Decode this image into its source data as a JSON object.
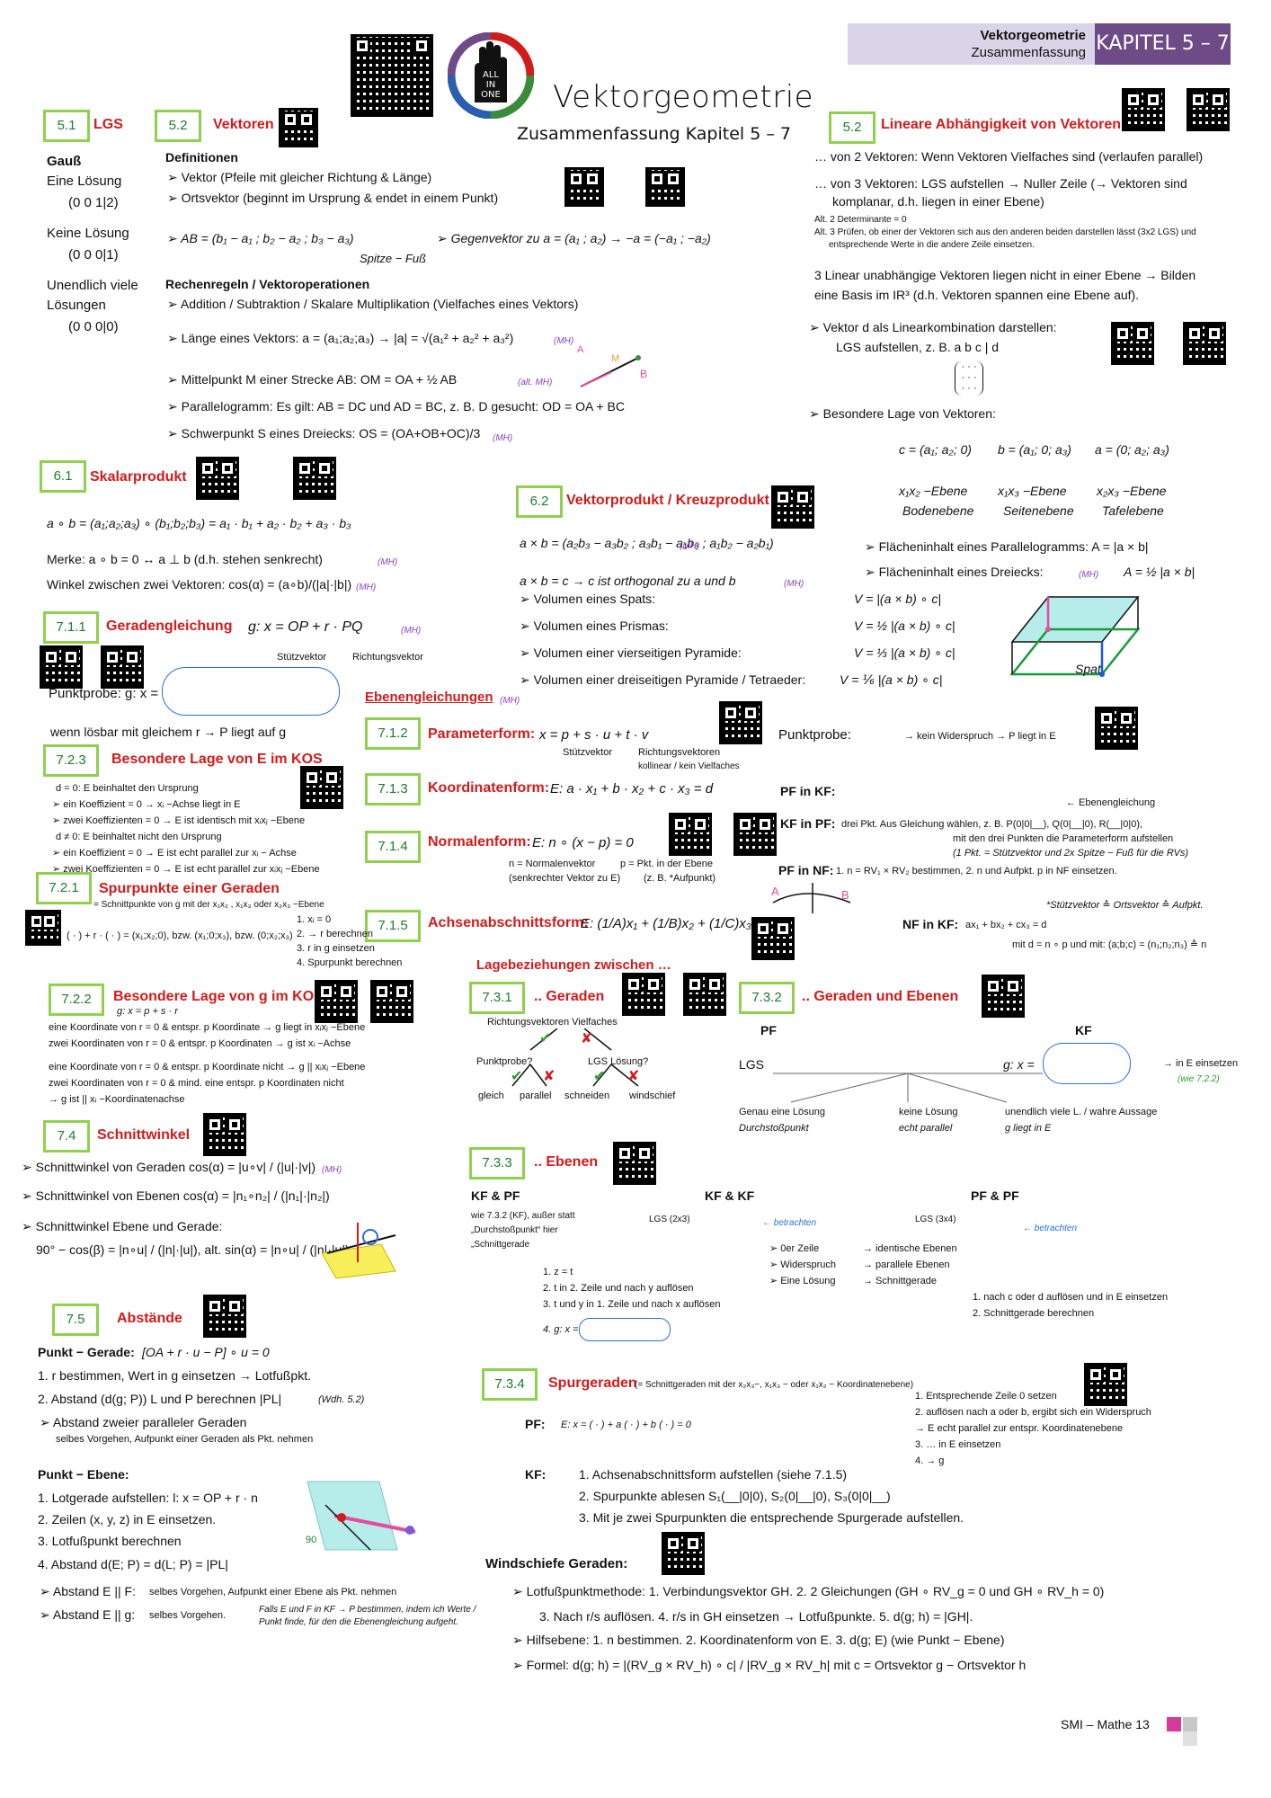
{
  "header": {
    "subject": "Vektorgeometrie",
    "kind": "Zusammenfassung",
    "chapter": "KAPITEL 5 – 7"
  },
  "logo": {
    "line1": "ALL",
    "line2": "IN",
    "line3": "ONE"
  },
  "title": "Vektorgeometrie",
  "subtitle": "Zusammenfassung Kapitel 5 – 7",
  "s51": {
    "num": "5.1",
    "title": "LGS",
    "gauss": "Gauß",
    "one": "Eine Lösung",
    "one_m": "(0 0 1|2)",
    "none": "Keine Lösung",
    "none_m": "(0 0 0|1)",
    "inf1": "Unendlich viele",
    "inf2": "Lösungen",
    "inf_m": "(0 0 0|0)"
  },
  "s52": {
    "num": "5.2",
    "title": "Vektoren",
    "defs": "Definitionen",
    "d1": "Vektor (Pfeile mit gleicher Richtung & Länge)",
    "d2": "Ortsvektor (beginnt im Ursprung & endet in einem Punkt)",
    "ab": "AB = (b₁ − a₁ ; b₂ − a₂ ; b₃ − a₃)",
    "spitze": "Spitze − Fuß",
    "gegen": "Gegenvektor zu a = (a₁ ; a₂) → −a = (−a₁ ; −a₂)",
    "rules": "Rechenregeln / Vektoroperationen",
    "r1": "Addition / Subtraktion / Skalare Multiplikation (Vielfaches eines Vektors)",
    "r2": "Länge eines Vektors: a = (a₁;a₂;a₃) → |a| = √(a₁² + a₂² + a₃²)",
    "mh": "(MH)",
    "r3": "Mittelpunkt M einer Strecke AB:  OM = OA + ½ AB",
    "r3b": "(alt. MH)",
    "r4": "Parallelogramm: Es gilt:  AB = DC  und AD = BC, z. B. D gesucht: OD = OA + BC",
    "r5": "Schwerpunkt S eines Dreiecks: OS = (OA+OB+OC)/3"
  },
  "s52b": {
    "num": "5.2",
    "title": "Lineare Abhängigkeit von Vektoren",
    "l1": "… von 2 Vektoren: Wenn Vektoren Vielfaches sind (verlaufen parallel)",
    "l2": "… von 3 Vektoren: LGS aufstellen → Nuller Zeile (→ Vektoren sind",
    "l3": "komplanar, d.h. liegen in einer Ebene)",
    "a2": "Alt. 2 Determinante = 0",
    "a3": "Alt. 3 Prüfen, ob einer der Vektoren sich aus den anderen beiden darstellen lässt (3x2 LGS) und",
    "a3b": "entsprechende Werte in die andere Zeile einsetzen.",
    "l4": "3 Linear unabhängige Vektoren liegen nicht in einer Ebene → Bilden",
    "l5": "eine Basis im IR³ (d.h. Vektoren spannen eine Ebene auf).",
    "l6": "Vektor d als Linearkombination darstellen:",
    "l7": "LGS aufstellen, z. B.  a  b  c | d",
    "l8": "Besondere Lage von Vektoren:",
    "c": "c = (a₁; a₂; 0)",
    "b": "b = (a₁; 0; a₃)",
    "a": "a = (0; a₂; a₃)",
    "e1": "x₁x₂ −Ebene",
    "e1b": "Bodenebene",
    "e2": "x₁x₃ −Ebene",
    "e2b": "Seitenebene",
    "e3": "x₂x₃ −Ebene",
    "e3b": "Tafelebene"
  },
  "s61": {
    "num": "6.1",
    "title": "Skalarprodukt",
    "f1": "a ∘ b = (a₁;a₂;a₃) ∘ (b₁;b₂;b₃) = a₁ · b₁ + a₂ · b₂ + a₃ · b₃",
    "f2": "Merke:  a ∘ b = 0 ↔ a ⊥ b  (d.h. stehen senkrecht)",
    "f3": "Winkel zwischen zwei Vektoren: cos(α) = (a∘b)/(|a|·|b|)",
    "mh": "(MH)"
  },
  "s62": {
    "num": "6.2",
    "title": "Vektorprodukt / Kreuzprodukt",
    "f1": "a × b = (a₂b₃ − a₃b₂ ; a₃b₁ − a₁b₃ ; a₁b₂ − a₂b₁)",
    "f2": "a × b = c  →  c ist orthogonal zu a und b",
    "mh": "(MH)",
    "p1": "Flächeninhalt eines Parallelogramms:  A = |a × b|",
    "p2": "Flächeninhalt eines Dreiecks:",
    "p2f": "A = ½ |a × b|",
    "v1": "Volumen eines Spats:",
    "v1f": "V = |(a × b) ∘ c|",
    "v2": "Volumen eines Prismas:",
    "v2f": "V = ½ |(a × b) ∘ c|",
    "v3": "Volumen einer vierseitigen Pyramide:",
    "v3f": "V = ⅓ |(a × b) ∘ c|",
    "v4": "Volumen einer dreiseitigen Pyramide / Tetraeder:",
    "v4f": "V = ⅙ |(a × b) ∘ c|",
    "spat": "Spat"
  },
  "s711": {
    "num": "7.1.1",
    "title": "Geradengleichung",
    "f": "g: x = OP + r · PQ",
    "mh": "(MH)",
    "stuetz": "Stützvektor",
    "richt": "Richtungsvektor",
    "probe": "Punktprobe: g: x =",
    "probe2": "wenn lösbar mit gleichem r → P liegt auf g"
  },
  "ebenen": {
    "title": "Ebenengleichungen",
    "mh": "(MH)"
  },
  "s712": {
    "num": "7.1.2",
    "title": "Parameterform:",
    "f": "x = p + s · u + t · v",
    "stuetz": "Stützvektor",
    "richt": "Richtungsvektoren",
    "richt2": "kollinear / kein Vielfaches",
    "probe": "Punktprobe:",
    "probe2": "→ kein Widerspruch → P liegt in E"
  },
  "s713": {
    "num": "7.1.3",
    "title": "Koordinatenform:",
    "f": "E: a · x₁ + b · x₂ + c · x₃ = d",
    "pf": "PF in KF:",
    "pf2": "← Ebenengleichung",
    "kf": "KF in PF:",
    "kf2": "drei Pkt. Aus Gleichung wählen, z. B. P(0|0|__), Q(0|__|0), R(__|0|0),",
    "kf3": "mit den drei Punkten die Parameterform aufstellen",
    "kf4": "(1 Pkt. = Stützvektor und 2x Spitze − Fuß für die RVs)"
  },
  "s714": {
    "num": "7.1.4",
    "title": "Normalenform:",
    "f": "E: n ∘ (x − p) = 0",
    "n": "n = Normalenvektor",
    "n2": "(senkrechter Vektor zu E)",
    "p": "p = Pkt. in der Ebene",
    "p2": "(z. B. *Aufpunkt)",
    "pfnf": "PF in NF:",
    "pfnf2": "1. n = RV₁ × RV₂ bestimmen,  2. n und Aufpkt. p in NF einsetzen.",
    "stuetz": "*Stützvektor ≙ Ortsvektor ≙ Aufpkt."
  },
  "s715": {
    "num": "7.1.5",
    "title": "Achsenabschnittsform:",
    "f": "E: (1/A)x₁ + (1/B)x₂ + (1/C)x₃ = 1",
    "nf": "NF in KF:",
    "nf2": "ax₁ + bx₂ + cx₃ = d",
    "nf3": "mit d = n ∘ p und mit: (a;b;c) = (n₁;n₂;n₃) ≙ n"
  },
  "s723": {
    "num": "7.2.3",
    "title": "Besondere Lage von E im KOS",
    "l1": "d = 0: E beinhaltet den Ursprung",
    "l2": "ein Koeffizient = 0 → xᵢ −Achse liegt in E",
    "l3": "zwei Koeffizienten = 0 → E ist identisch mit xᵢxⱼ −Ebene",
    "l4": "d ≠ 0: E beinhaltet nicht den Ursprung",
    "l5": "ein Koeffizient = 0 → E ist echt parallel zur xᵢ − Achse",
    "l6": "zwei Koeffizienten = 0 → E ist echt parallel zur xᵢxⱼ −Ebene"
  },
  "s721": {
    "num": "7.2.1",
    "title": "Spurpunkte einer Geraden",
    "sub": "= Schnittpunkte von g mit der x₁x₂ , x₁x₃ oder x₂x₃ −Ebene",
    "f": "( · ) + r · ( · ) = (x₁;x₂;0), bzw. (x₁;0;x₃), bzw. (0;x₂;x₃)",
    "s1": "1. xᵢ = 0",
    "s2": "2. → r berechnen",
    "s3": "3. r in g einsetzen",
    "s4": "4. Spurpunkt berechnen"
  },
  "s722": {
    "num": "7.2.2",
    "title": "Besondere Lage von g im KOS",
    "f": "g: x = p + s · r",
    "l1": "eine Koordinate von r = 0 & entspr. p Koordinate → g liegt in xᵢxⱼ −Ebene",
    "l2": "zwei Koordinaten von r = 0 & entspr. p Koordinaten → g ist xᵢ −Achse",
    "l3": "eine Koordinate von r = 0 & entspr. p Koordinate nicht → g || xᵢxⱼ −Ebene",
    "l4": "zwei Koordinaten von r = 0 & mind. eine entspr. p Koordinaten nicht",
    "l5": "→ g ist || xᵢ −Koordinatenachse"
  },
  "lage": {
    "title": "Lagebeziehungen zwischen …"
  },
  "s731": {
    "num": "7.3.1",
    "title": ".. Geraden",
    "rv": "Richtungsvektoren Vielfaches",
    "probe": "Punktprobe?",
    "lgs": "LGS Lösung?",
    "gleich": "gleich",
    "parallel": "parallel",
    "schneiden": "schneiden",
    "windschief": "windschief"
  },
  "s732": {
    "num": "7.3.2",
    "title": ".. Geraden und Ebenen",
    "pf": "PF",
    "kf": "KF",
    "lgs": "LGS",
    "g": "g: x =",
    "ein": "→ in E einsetzen",
    "wie": "(wie 7.2.2)",
    "o1": "Genau eine Lösung",
    "o1b": "Durchstoßpunkt",
    "o2": "keine Lösung",
    "o2b": "echt parallel",
    "o3": "unendlich viele L. / wahre Aussage",
    "o3b": "g liegt in E"
  },
  "s74": {
    "num": "7.4",
    "title": "Schnittwinkel",
    "l1": "Schnittwinkel von Geraden cos(α) = |u∘v| / (|u|·|v|)",
    "mh": "(MH)",
    "l2": "Schnittwinkel von Ebenen  cos(α) = |n₁∘n₂| / (|n₁|·|n₂|)",
    "l3": "Schnittwinkel Ebene und Gerade:",
    "l4": "90° − cos(β) = |n∘u| / (|n|·|u|), alt. sin(α) = |n∘u| / (|n|·|u|)"
  },
  "s733": {
    "num": "7.3.3",
    "title": ".. Ebenen",
    "kfpf": "KF & PF",
    "kfkf": "KF & KF",
    "pfpf": "PF & PF",
    "wie": "wie 7.3.2 (KF), außer statt",
    "wie2": "„Durchstoßpunkt“ hier",
    "wie3": "„Schnittgerade",
    "lgs23": "LGS (2x3)",
    "lgs34": "LGS (3x4)",
    "betr": "← betrachten",
    "o1": "0er Zeile",
    "o1b": "→ identische Ebenen",
    "o2": "Widerspruch",
    "o2b": "→ parallele Ebenen",
    "o3": "Eine Lösung",
    "o3b": "→ Schnittgerade",
    "st1": "1. z = t",
    "st2": "2. t in 2. Zeile und nach y auflösen",
    "st3": "3. t und y in 1. Zeile und nach x auflösen",
    "st4": "4. g: x =",
    "n1": "1. nach c oder d auflösen und in E einsetzen",
    "n2": "2. Schnittgerade berechnen"
  },
  "s75": {
    "num": "7.5",
    "title": "Abstände",
    "pg": "Punkt − Gerade:",
    "pgf": "[OA + r · u − P] ∘ u = 0",
    "pg1": "1. r bestimmen, Wert in g einsetzen → Lotfußpkt.",
    "pg2": "2. Abstand (d(g; P)) L und P berechnen |PL|",
    "pg2b": "(Wdh. 5.2)",
    "pg3": "Abstand zweier paralleler Geraden",
    "pg4": "selbes Vorgehen, Aufpunkt einer Geraden als Pkt. nehmen",
    "pe": "Punkt − Ebene:",
    "pe1": "1. Lotgerade aufstellen: l: x = OP + r · n",
    "pe2": "2. Zeilen (x, y, z) in E einsetzen.",
    "pe3": "3. Lotfußpunkt berechnen",
    "pe4": "4. Abstand d(E; P) = d(L; P) = |PL|",
    "pe5": "Abstand E || F:",
    "pe5b": "selbes Vorgehen, Aufpunkt einer Ebene als Pkt. nehmen",
    "pe6": "Abstand E || g:",
    "pe6b": "selbes Vorgehen.",
    "pe6c": "Falls E und F in KF → P bestimmen, indem ich Werte /",
    "pe6d": "Punkt finde, für den die Ebenengleichung aufgeht."
  },
  "s734": {
    "num": "7.3.4",
    "title": "Spurgeraden",
    "sub": "(= Schnittgeraden mit der x₂x₃−, x₁x₃ − oder x₁x₂ − Koordinatenebene)",
    "pf": "PF:",
    "pff": "E: x = ( · ) + a ( · ) + b ( · ) = 0",
    "r1": "1. Entsprechende Zeile 0 setzen",
    "r2": "2. auflösen nach a oder b, ergibt sich ein Widerspruch",
    "r3": "→ E echt parallel zur entspr. Koordinatenebene",
    "r4": "3. … in E einsetzen",
    "r5": "4. → g",
    "kf": "KF:",
    "k1": "1. Achsenabschnittsform aufstellen (siehe 7.1.5)",
    "k2": "2. Spurpunkte ablesen S₁(__|0|0), S₂(0|__|0), S₃(0|0|__)",
    "k3": "3. Mit je zwei Spurpunkten die entsprechende Spurgerade aufstellen."
  },
  "wind": {
    "title": "Windschiefe Geraden:",
    "l1": "Lotfußpunktmethode:  1. Verbindungsvektor GH.   2. 2 Gleichungen (GH ∘ RV_g = 0 und GH ∘ RV_h = 0)",
    "l2": "3. Nach r/s auflösen.   4. r/s in GH einsetzen → Lotfußpunkte.   5. d(g; h) = |GH|.",
    "l3": "Hilfsebene:  1. n bestimmen.   2. Koordinatenform von E.   3. d(g; E) (wie Punkt − Ebene)",
    "l4": "Formel: d(g; h) = |(RV_g × RV_h) ∘ c| / |RV_g × RV_h|  mit  c = Ortsvektor g − Ortsvektor h"
  },
  "footer": "SMI – Mathe 13",
  "colors": {
    "accent_red": "#d21b1b",
    "green": "#8fd14f",
    "purple": "#6e4a87",
    "pink": "#d63a9c"
  }
}
